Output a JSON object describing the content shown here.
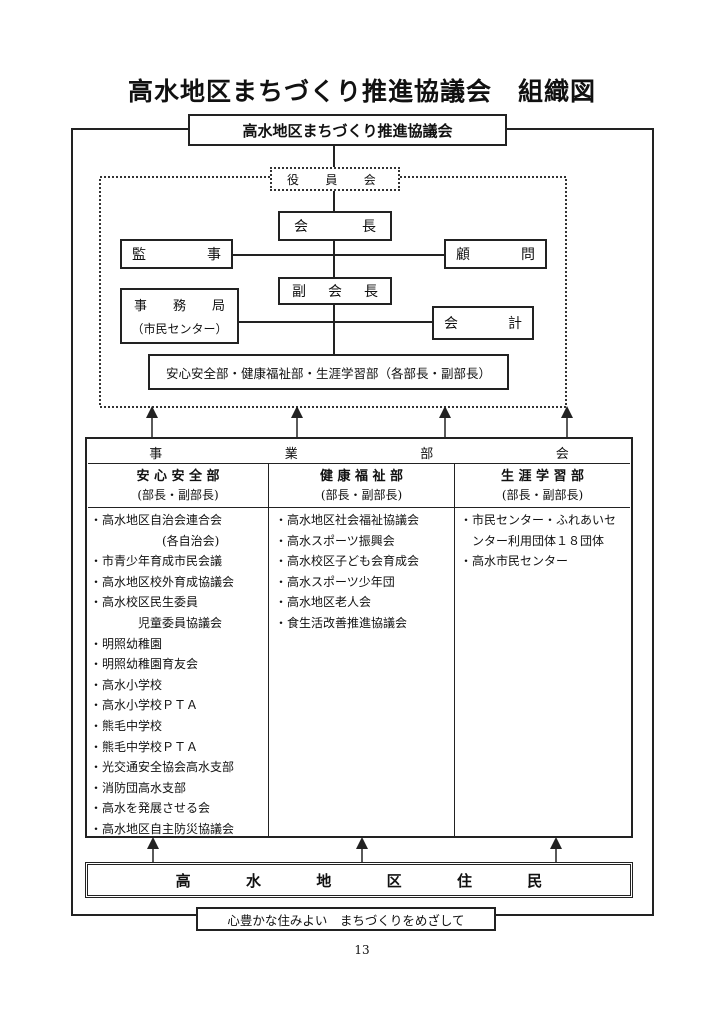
{
  "title": "高水地区まちづくり推進協議会　組織図",
  "council": "高水地区まちづくり推進協議会",
  "officers": {
    "label": "役　員　会",
    "president": [
      "会",
      "長"
    ],
    "auditor": [
      "監",
      "事"
    ],
    "advisor": [
      "顧",
      "問"
    ],
    "vice_president": [
      "副",
      "会",
      "長"
    ],
    "secretariat_line1": [
      "事",
      "務",
      "局"
    ],
    "secretariat_line2": "（市民センター）",
    "accountant": [
      "会",
      "計"
    ],
    "departments_heads": "安心安全部・健康福祉部・生涯学習部（各部長・副部長）"
  },
  "business": {
    "header": [
      "事",
      "業",
      "部",
      "会"
    ],
    "columns": [
      {
        "name": "安 心 安 全 部",
        "sub": "(部長・副部長)",
        "items": [
          "・高水地区自治会連合会",
          "　　　　　　(各自治会)",
          "・市青少年育成市民会議",
          "・高水地区校外育成協議会",
          "・高水校区民生委員",
          "　　　　児童委員協議会",
          "・明照幼稚園",
          "・明照幼稚園育友会",
          "・高水小学校",
          "・高水小学校ＰＴＡ",
          "・熊毛中学校",
          "・熊毛中学校ＰＴＡ",
          "・光交通安全協会高水支部",
          "・消防団高水支部",
          "・高水を発展させる会",
          "・高水地区自主防災協議会"
        ]
      },
      {
        "name": "健 康 福 祉 部",
        "sub": "(部長・副部長)",
        "items": [
          "・高水地区社会福祉協議会",
          "・高水スポーツ振興会",
          "・高水校区子ども会育成会",
          "・高水スポーツ少年団",
          "・高水地区老人会",
          "・食生活改善推進協議会"
        ]
      },
      {
        "name": "生 涯 学 習 部",
        "sub": "(部長・副部長)",
        "items": [
          "・市民センター・ふれあいセ",
          "　ンター利用団体１８団体",
          "・高水市民センター"
        ]
      }
    ]
  },
  "residents": [
    "高",
    "水",
    "地",
    "区",
    "住",
    "民"
  ],
  "slogan": "心豊かな住みよい　まちづくりをめざして",
  "page_number": "13"
}
